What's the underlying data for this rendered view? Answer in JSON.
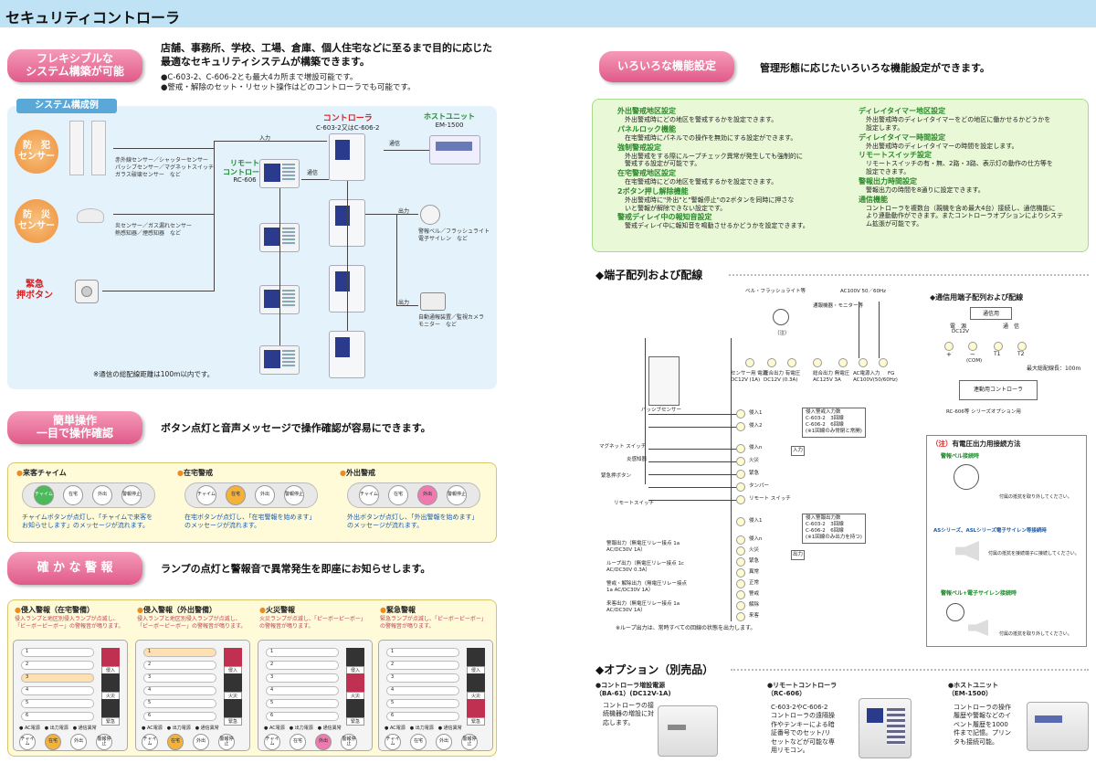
{
  "header": {
    "title": "セキュリティコントローラ"
  },
  "flex": {
    "pill": [
      "フレキシブルな",
      "システム構築が可能"
    ],
    "lead": [
      "店舗、事務所、学校、工場、倉庫、個人住宅などに至るまで目的に応じた",
      "最適なセキュリティシステムが構築できます。"
    ],
    "bullets": [
      "●C-603-2、C-606-2とも最大4カ所まで増設可能です。",
      "●警戒・解除のセット・リセット操作はどのコントローラでも可能です。"
    ]
  },
  "system": {
    "title": "システム構成例",
    "controller_label": "コントローラ",
    "controller_model": "C-603-2又はC-606-2",
    "host_label": "ホストユニット",
    "host_model": "EM-1500",
    "remote_label": [
      "リモート",
      "コントローラ"
    ],
    "remote_model": "RC-606",
    "crime_sensor": [
      "防　犯",
      "センサー"
    ],
    "crime_desc": [
      "赤外線センサー／シャッターセンサー",
      "パッシブセンサー／マグネットスイッチ",
      "ガラス破壊センサー　など"
    ],
    "fire_sensor": [
      "防　災",
      "センサー"
    ],
    "fire_desc": [
      "炎センサー／ガス漏れセンサー",
      "熱感知器／煙感知器　など"
    ],
    "emergency": [
      "緊急",
      "押ボタン"
    ],
    "input_label": "入力",
    "comm_label": "通信",
    "output_label": "出力",
    "bell_desc": [
      "警報ベル／フラッシュライト",
      "電子サイレン　など"
    ],
    "camera_desc": [
      "自動通報装置／監視カメラ",
      "モニター　など"
    ],
    "note": "※通信の総配線距離は100m以内です。"
  },
  "easy": {
    "pill": [
      "簡単操作",
      "一目で操作確認"
    ],
    "lead": "ボタン点灯と音声メッセージで操作確認が容易にできます。",
    "items": [
      {
        "head": "来客チャイム",
        "desc": [
          "チャイムボタンが点灯し、「チャイムで来客を",
          "お知らせします」のメッセージが流れます。"
        ]
      },
      {
        "head": "在宅警戒",
        "desc": [
          "在宅ボタンが点灯し、「在宅警報を始めます」",
          "のメッセージが流れます。"
        ]
      },
      {
        "head": "外出警戒",
        "desc": [
          "外出ボタンが点灯し、「外出警報を始めます」",
          "のメッセージが流れます。"
        ]
      }
    ],
    "buttons": [
      "チャイム",
      "在宅",
      "外出",
      "警報停止"
    ]
  },
  "alarm": {
    "pill": "確 か な 警 報",
    "lead": "ランプの点灯と警報音で異常発生を即座にお知らせします。",
    "items": [
      {
        "head": "侵入警報（在宅警備）",
        "desc": [
          "侵入ランプと地区別侵入ランプが点滅し、",
          "「ピーボーピーボー」の警報音が鳴ります。"
        ]
      },
      {
        "head": "侵入警報（外出警備）",
        "desc": [
          "侵入ランプと地区別侵入ランプが点滅し、",
          "「ピーボーピーボー」の警報音が鳴ります。"
        ]
      },
      {
        "head": "火災警報",
        "desc": [
          "火災ランプが点滅し、「ピーボーピーボー」",
          "の警報音が鳴ります。"
        ]
      },
      {
        "head": "緊急警報",
        "desc": [
          "緊急ランプが点滅し、「ピーボーピーボー」",
          "の警報音が鳴ります。"
        ]
      }
    ],
    "rows": [
      "1",
      "2",
      "3",
      "4",
      "5",
      "6"
    ],
    "status": "● AC電源　● 出力電源　● 通信異常",
    "icons": [
      "侵入",
      "火災",
      "緊急"
    ]
  },
  "func": {
    "pill": "いろいろな機能設定",
    "lead": "管理形態に応じたいろいろな機能設定ができます。",
    "left": [
      {
        "head": "外出警戒地区設定",
        "body": [
          "外出警戒時にどの地区を警戒するかを設定できます。"
        ]
      },
      {
        "head": "パネルロック機能",
        "body": [
          "在宅警戒時にパネルでの操作を無効にする設定ができます。"
        ]
      },
      {
        "head": "強制警戒設定",
        "body": [
          "外出警戒をする際にループチェック異常が発生しても強制的に",
          "警戒する設定が可能です。"
        ]
      },
      {
        "head": "在宅警戒地区設定",
        "body": [
          "在宅警戒時にどの地区を警戒するかを設定できます。"
        ]
      },
      {
        "head": "2ボタン押し解除機能",
        "body": [
          "外出警戒時に\"外出\"と\"警報停止\"の2ボタンを同時に押さな",
          "いと警報が解除できない設定です。"
        ]
      },
      {
        "head": "警戒ディレイ中の報知音設定",
        "body": [
          "警戒ディレイ中に報知音を鳴動させるかどうかを設定できます。"
        ]
      }
    ],
    "right": [
      {
        "head": "ディレイタイマー地区設定",
        "body": [
          "外出警戒時のディレイタイマーをどの地区に働かせるかどうかを",
          "設定します。"
        ]
      },
      {
        "head": "ディレイタイマー時間設定",
        "body": [
          "外出警戒時のディレイタイマーの時間を設定します。"
        ]
      },
      {
        "head": "リモートスイッチ設定",
        "body": [
          "リモートスイッチの有・無、2路・3路、表示灯の動作の仕方等を",
          "設定できます。"
        ]
      },
      {
        "head": "警報出力時間設定",
        "body": [
          "警報出力の時間を8通りに設定できます。"
        ]
      },
      {
        "head": "通信機能",
        "body": [
          "コントローラを複数台（親機を含め最大4台）接続し、通信機能に",
          "より連動動作ができます。またコントローラオプションによりシステ",
          "ム拡張が可能です。"
        ]
      }
    ]
  },
  "wiring": {
    "title": "◆端子配列および配線",
    "bell_label": "ベル・フラッシュライト等",
    "ac_label": "AC100V 50／60Hz",
    "comm_label": "通報機器・モニター等",
    "note_mark": "（注）",
    "passive": "パッシブセンサー",
    "fire_sensor": "炎感知器",
    "magnet": "マグネット スイッチ",
    "emergency_btn": "緊急押ボタン",
    "remote": "リモートスイッチ",
    "term_top": [
      "センサー用 電源 DC12V (1A)",
      "総合出力 有電圧 DC12V (0.3A)",
      "総合出力 無電圧 AC125V 3A",
      "AC電源入力 AC100V(50/60Hz)",
      "FG"
    ],
    "inputs": [
      "侵入1",
      "侵入2",
      "侵入n",
      "火災",
      "緊急",
      "タンパー",
      "リモート スイッチ"
    ],
    "outputs": [
      "侵入1",
      "侵入n",
      "火災",
      "緊急",
      "異常",
      "正常",
      "警戒",
      "解除",
      "来客"
    ],
    "in_label": "入力",
    "out_label": "出力",
    "in_table": [
      "侵入警戒入力数",
      "C-603-2　3回線",
      "C-606-2　6回線",
      "(※1回線のみ常閉と常開)"
    ],
    "out_table": [
      "侵入警報出力数",
      "C-603-2　3回線",
      "C-606-2　6回線",
      "(※1回線のみ出力を持つ)"
    ],
    "out_descs": [
      "警報出力（無電圧リレー接点 1a AC/DC30V 1A）",
      "ループ出力（無電圧リレー接点 1c AC/DC30V 0.3A）",
      "警戒・解除出力（無電圧リレー接点 1a AC/DC30V 1A）",
      "来客出力（無電圧リレー接点 1a AC/DC30V 1A）"
    ],
    "note": "※ループ出力は、常時すべての回線の状態を出力します。",
    "comm_title": "◆通信用端子配列および配線",
    "comm_group": "通信用",
    "comm_power": "電　源",
    "comm_comm": "通　信",
    "comm_dc": "DC12V",
    "comm_com": "(COM)",
    "comm_t1": "T1",
    "comm_t2": "T2",
    "comm_dist": "最大総配線長：100m",
    "comm_box": "連動用コントローラ",
    "comm_foot": "RC-606等 シリーズオプション用",
    "highv_title": "有電圧出力用接続方法",
    "highv_mark": "（注）",
    "bell": "警報ベル接続時",
    "bell_note": "付属の抵抗を取り外してください。",
    "siren": "ASシリーズ、ASLシリーズ電子サイレン等接続時",
    "siren_note": "付属の抵抗を接続端子に接続してください。",
    "combo": "警報ベル+電子サイレン接続時",
    "combo_note": "付属の抵抗を取り外してください。"
  },
  "options": {
    "title": "◆オプション（別売品）",
    "items": [
      {
        "title": [
          "●コントローラ増設電源",
          "（BA-61）(DC12V-1A)"
        ],
        "text": [
          "コントローラの接",
          "続機器の増設に対",
          "応します。"
        ]
      },
      {
        "title": [
          "●リモートコントローラ",
          "（RC-606）"
        ],
        "text": [
          "C-603-2やC-606-2",
          "コントローラの遠隔操",
          "作やテンキーによる暗",
          "証番号でのセット/リ",
          "セットなどが可能な専",
          "用リモコン。"
        ]
      },
      {
        "title": [
          "●ホストユニット",
          "（EM-1500）"
        ],
        "text": [
          "コントローラの操作",
          "履歴や警報などのイ",
          "ベント履歴を1000",
          "件まで記憶。プリン",
          "タも接続可能。"
        ]
      }
    ]
  },
  "colors": {
    "pill": "#e05a8a",
    "accent_green": "#2a8a2a",
    "red": "#d92020",
    "header_bg": "#bfe3f5"
  }
}
